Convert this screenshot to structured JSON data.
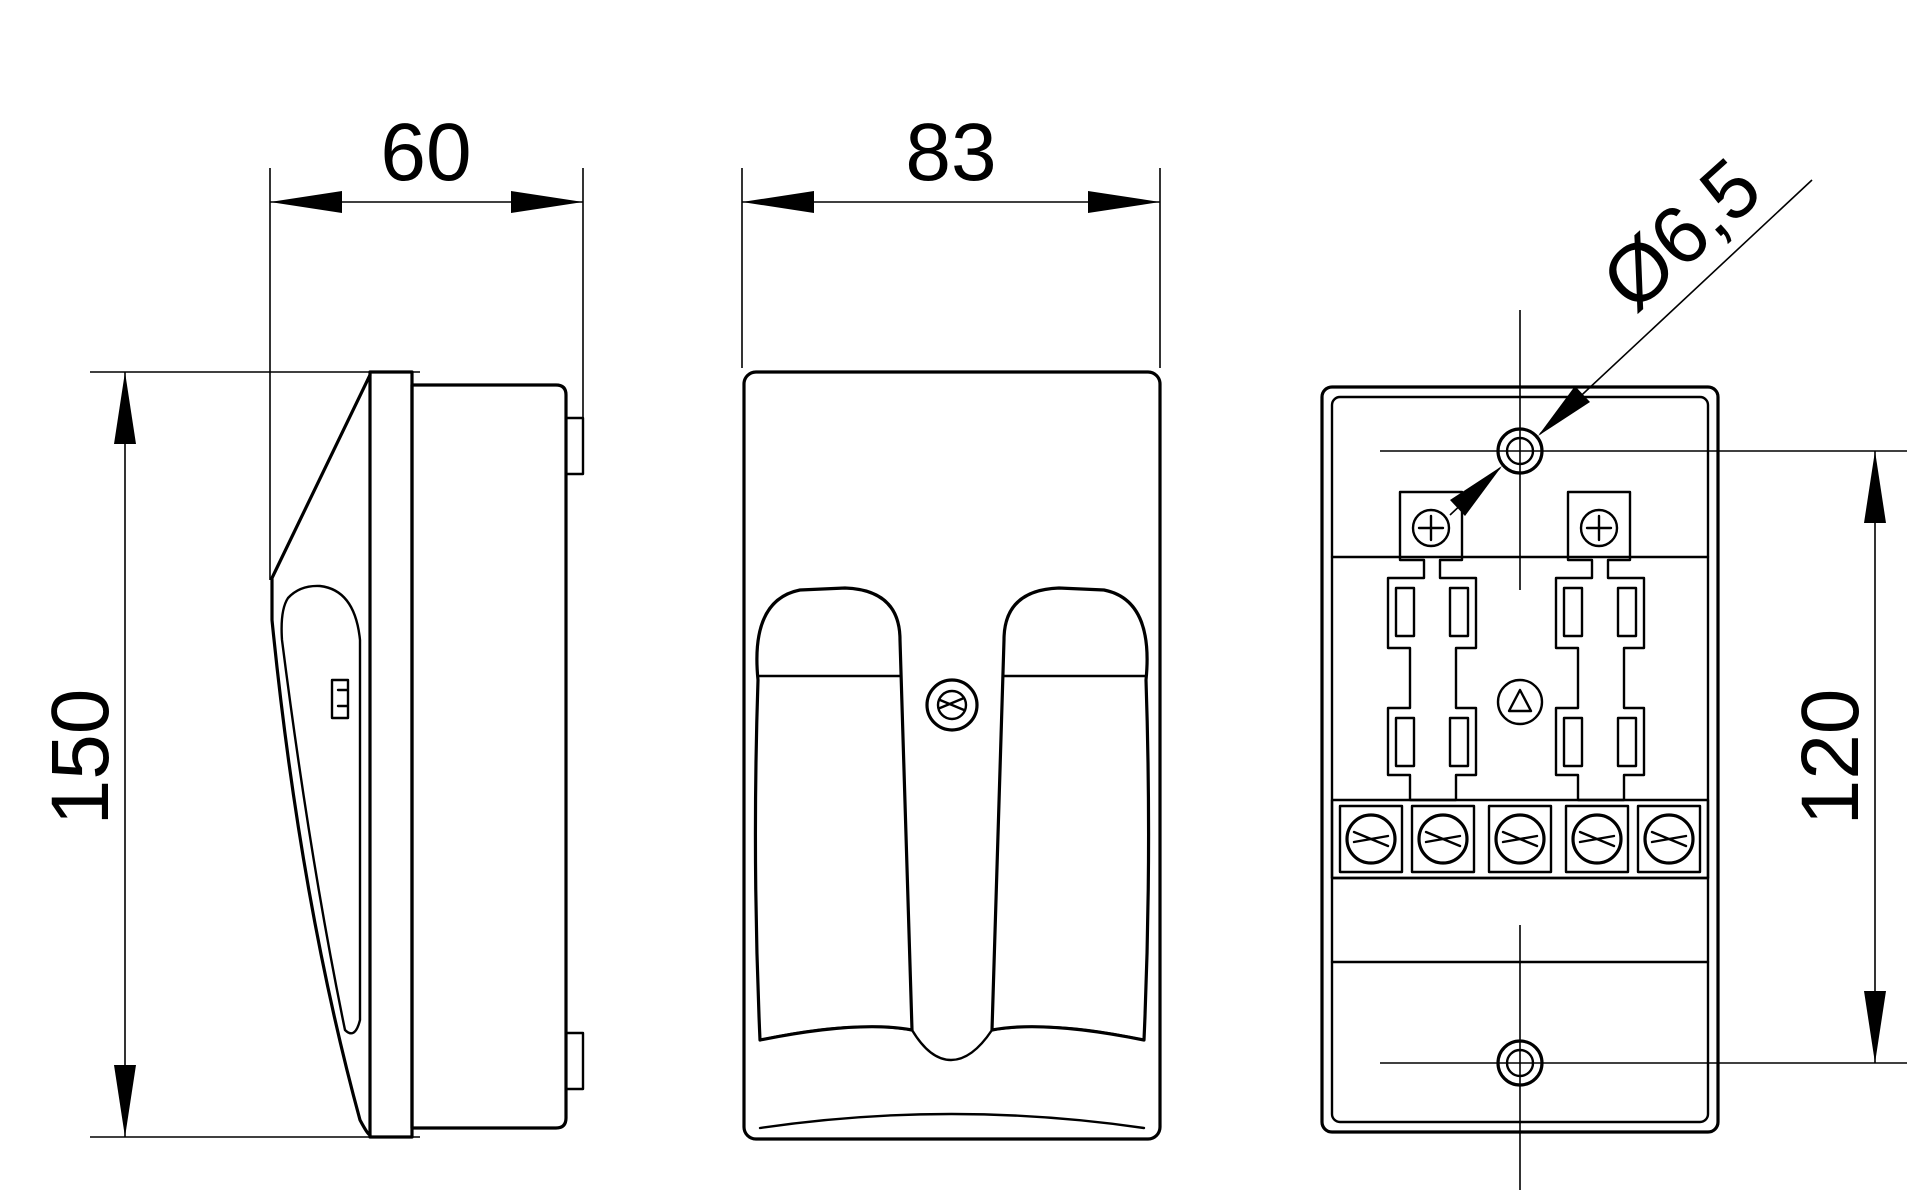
{
  "dimensions": {
    "side_width": "60",
    "front_width": "83",
    "height": "150",
    "mount_spacing": "120",
    "hole_diameter": "Ø6,5"
  },
  "colors": {
    "line": "#000000",
    "background": "#ffffff"
  }
}
